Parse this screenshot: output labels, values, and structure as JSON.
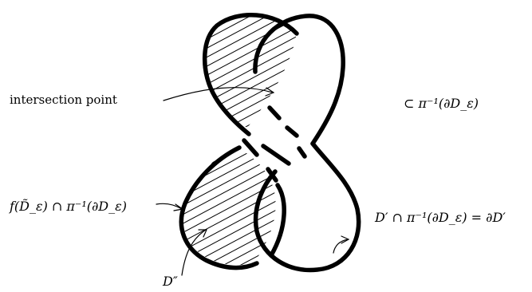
{
  "figure": {
    "labels": {
      "intersection_point": "intersection point",
      "subset_preimage": "⊂ π⁻¹(∂D_ε)",
      "f_image_intersection": "f(D̃_ε) ∩ π⁻¹(∂D_ε)",
      "d_prime_intersection": "D′ ∩ π⁻¹(∂D_ε) = ∂D′",
      "d_double_prime": "D″"
    }
  }
}
